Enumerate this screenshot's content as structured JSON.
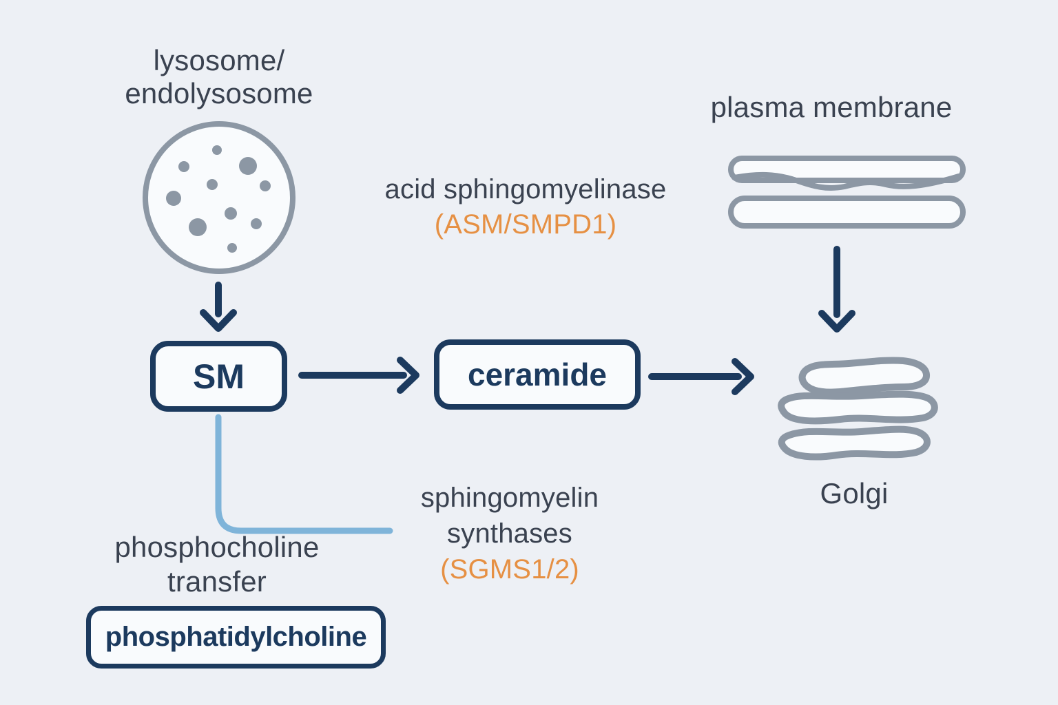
{
  "colors": {
    "background": "#edf0f5",
    "navy": "#1c3a5e",
    "slate": "#3a4250",
    "orange": "#e69043",
    "gray": "#8c97a4",
    "light_blue": "#7fb4d9",
    "shape_fill": "#f9fbfd"
  },
  "organelles": {
    "lysosome": {
      "label_line1": "lysosome/",
      "label_line2": "endolysosome",
      "icon": "lysosome-vesicle-icon"
    },
    "plasma_membrane": {
      "label": "plasma membrane",
      "icon": "membrane-bilayer-icon"
    },
    "golgi": {
      "label": "Golgi",
      "icon": "golgi-stack-icon"
    }
  },
  "molecules": {
    "sm": "SM",
    "ceramide": "ceramide",
    "phosphatidylcholine": "phosphatidylcholine"
  },
  "enzymes": {
    "asm": {
      "name": "acid sphingomyelinase",
      "gene": "(ASM/SMPD1)"
    },
    "sgms": {
      "name_line1": "sphingomyelin",
      "name_line2": "synthases",
      "gene": "(SGMS1/2)"
    }
  },
  "annotations": {
    "phosphocholine_line1": "phosphocholine",
    "phosphocholine_line2": "transfer"
  }
}
